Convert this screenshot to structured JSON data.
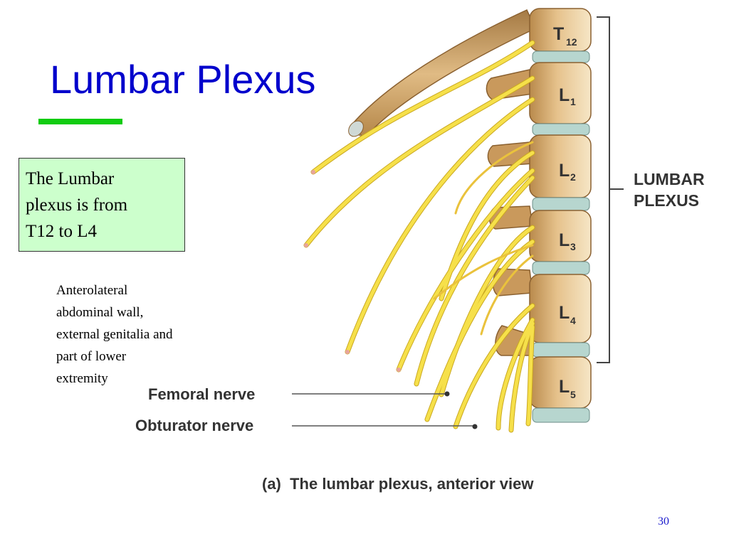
{
  "title": "Lumbar Plexus",
  "info_box": {
    "line1": "The Lumbar",
    "line2": "plexus is from",
    "line3": "T12 to L4"
  },
  "body_text": {
    "line1": "Anterolateral",
    "line2": "abdominal wall,",
    "line3": "external genitalia and",
    "line4": "part of lower",
    "line5": "extremity"
  },
  "figure": {
    "vertebrae": {
      "t12_main": "T",
      "t12_sub": "12",
      "l1_main": "L",
      "l1_sub": "1",
      "l2_main": "L",
      "l2_sub": "2",
      "l3_main": "L",
      "l3_sub": "3",
      "l4_main": "L",
      "l4_sub": "4",
      "l5_main": "L",
      "l5_sub": "5"
    },
    "bracket_label_line1": "LUMBAR",
    "bracket_label_line2": "PLEXUS",
    "femoral_label": "Femoral nerve",
    "obturator_label": "Obturator nerve",
    "caption": "(a)  The lumbar plexus, anterior view"
  },
  "page_number": "30",
  "colors": {
    "title": "#0000cc",
    "rule": "#11cc11",
    "box_fill": "#ccffcc",
    "nerve": "#f6e04a",
    "bone": "#d9b27a",
    "disc": "#b7d6cf"
  }
}
